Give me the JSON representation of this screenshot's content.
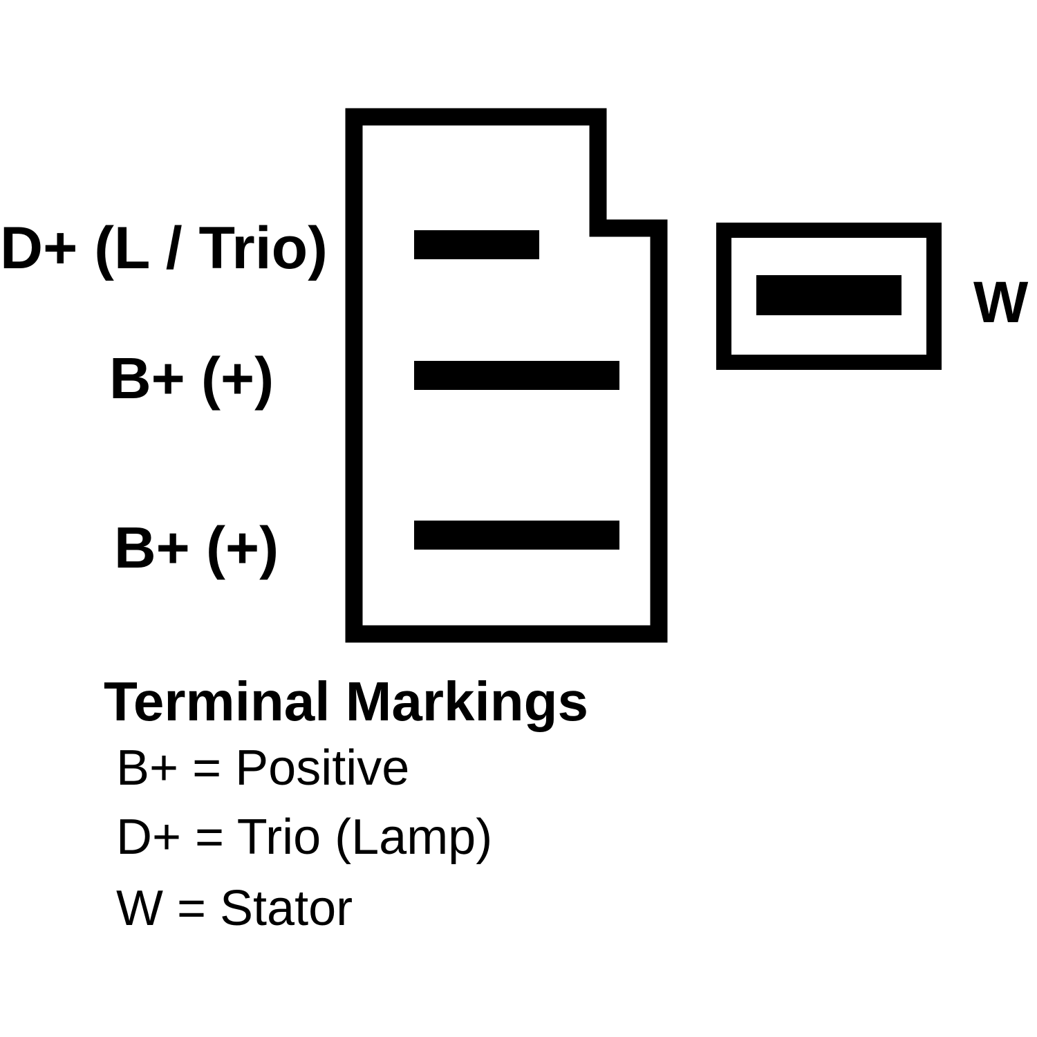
{
  "colors": {
    "ink": "#000000",
    "background": "#ffffff"
  },
  "terminals": {
    "d_plus_label": "D+ (L / Trio)",
    "b_plus_label_1": "B+ (+)",
    "b_plus_label_2": "B+ (+)",
    "w_label": "W"
  },
  "legend": {
    "heading": "Terminal Markings",
    "items": [
      "B+ = Positive",
      "D+ = Trio (Lamp)",
      "W = Stator"
    ]
  }
}
